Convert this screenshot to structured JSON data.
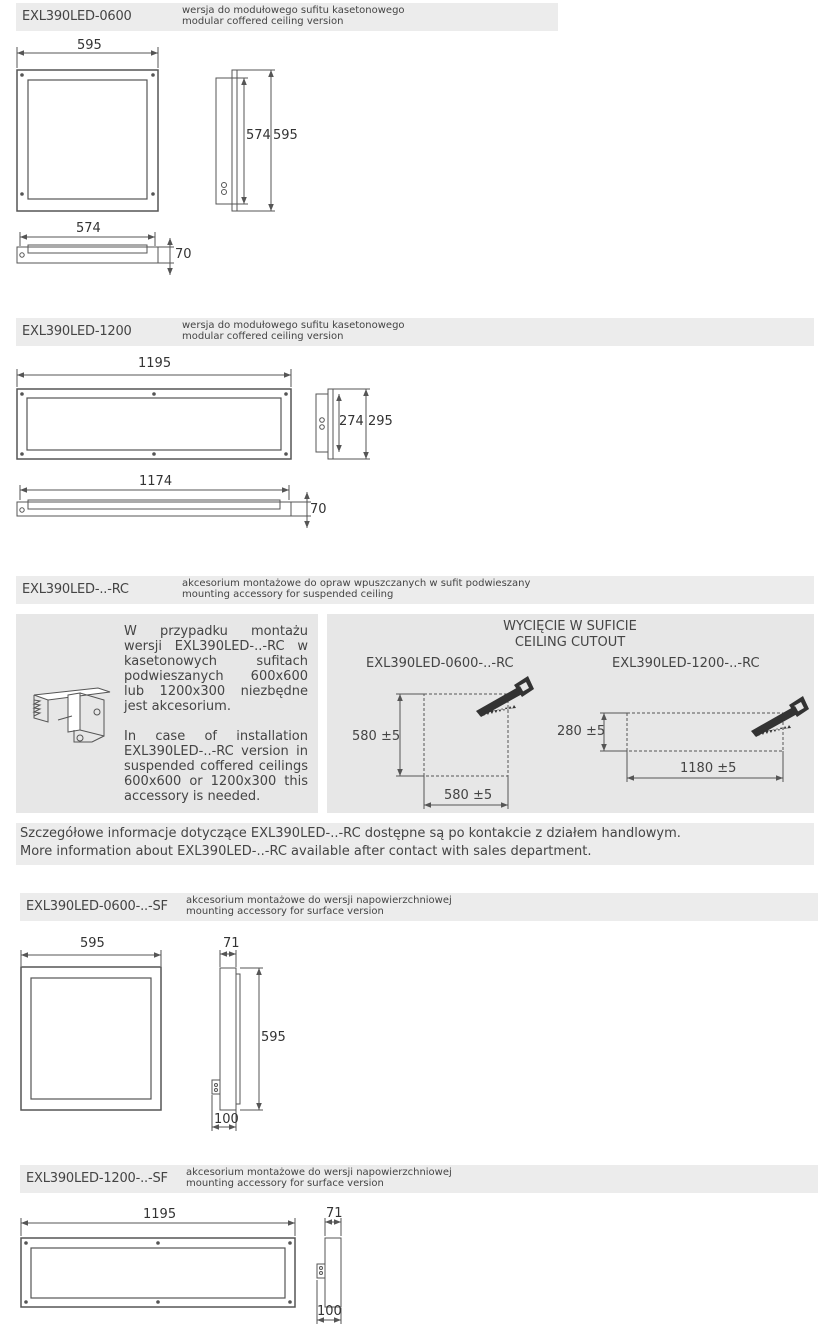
{
  "sections": {
    "s1": {
      "code": "EXL390LED-0600",
      "desc_pl": "wersja do modułowego sufitu kasetonowego",
      "desc_en": "modular coffered ceiling version",
      "dims": {
        "front_width": "595",
        "side_inner": "574",
        "side_outer": "595",
        "bottom_width": "574",
        "height": "70"
      }
    },
    "s2": {
      "code": "EXL390LED-1200",
      "desc_pl": "wersja do modułowego sufitu kasetonowego",
      "desc_en": "modular coffered ceiling version",
      "dims": {
        "front_width": "1195",
        "side_inner": "274",
        "side_outer": "295",
        "bottom_width": "1174",
        "height": "70"
      }
    },
    "s3": {
      "code": "EXL390LED-..-RC",
      "desc_pl": "akcesorium montażowe do opraw wpuszczanych w sufit podwieszany",
      "desc_en": "mounting accessory for suspended ceiling",
      "text_pl": "W przypadku montażu wersji EXL390LED-..-RC w kasetonowych sufitach podwieszanych 600x600 lub 1200x300 niezbędne jest akcesorium.",
      "text_en": "In case of installation EXL390LED-..-RC version in suspended coffered ceilings 600x600 or 1200x300 this accessory is needed.",
      "cutout_title_pl": "WYCIĘCIE W SUFICIE",
      "cutout_title_en": "CEILING CUTOUT",
      "cut1_label": "EXL390LED-0600-..-RC",
      "cut1_h": "580 ±5",
      "cut1_w": "580 ±5",
      "cut2_label": "EXL390LED-1200-..-RC",
      "cut2_h": "280 ±5",
      "cut2_w": "1180 ±5"
    },
    "note": {
      "pl": "Szczegółowe informacje dotyczące EXL390LED-..-RC dostępne są po kontakcie z działem handlowym.",
      "en": "More information about EXL390LED-..-RC available after contact with sales department."
    },
    "s4": {
      "code": "EXL390LED-0600-..-SF",
      "desc_pl": "akcesorium montażowe do wersji napowierzchniowej",
      "desc_en": "mounting accessory for surface version",
      "dims": {
        "front_width": "595",
        "top": "71",
        "side": "595",
        "bottom": "100"
      }
    },
    "s5": {
      "code": "EXL390LED-1200-..-SF",
      "desc_pl": "akcesorium montażowe do wersji napowierzchniowej",
      "desc_en": "mounting accessory for surface version",
      "dims": {
        "front_width": "1195",
        "top": "71",
        "bottom": "100"
      }
    }
  },
  "colors": {
    "header_bg": "#ececec",
    "panel_bg": "#e7e7e7",
    "line": "#555555"
  }
}
